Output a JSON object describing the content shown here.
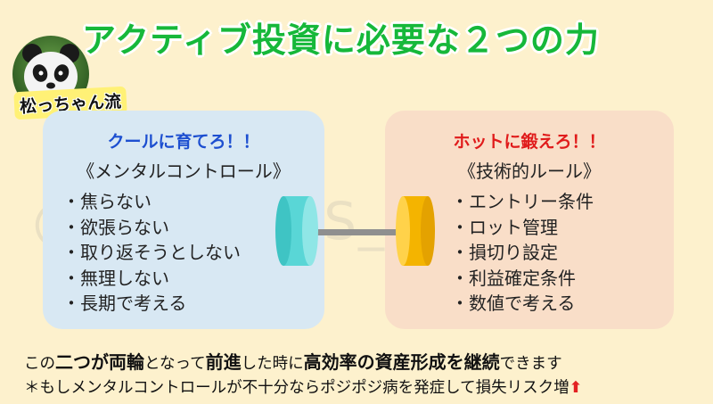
{
  "title": "アクティブ投資に必要な２つの力",
  "badge": "松っちゃん流",
  "watermark": "@matsu_US_INDEX",
  "left_panel": {
    "heading": "クールに育てろ！！",
    "subtitle": "《メンタルコントロール》",
    "items": [
      "・焦らない",
      "・欲張らない",
      "・取り返そうとしない",
      "・無理しない",
      "・長期で考える"
    ]
  },
  "right_panel": {
    "heading": "ホットに鍛えろ！！",
    "subtitle": "《技術的ルール》",
    "items": [
      "・エントリー条件",
      "・ロット管理",
      "・損切り設定",
      "・利益確定条件",
      "・数値で考える"
    ]
  },
  "footer": {
    "line1": {
      "p1": "この",
      "b1": "二つが",
      "b2": "両輪",
      "p2": "となって",
      "b3": "前進",
      "p3": "した時に",
      "b4": "高効率の資産形成を継続",
      "p4": "できます"
    },
    "line2": "＊もしメンタルコントロールが不十分ならポジポジ病を発症して損失リスク増"
  },
  "colors": {
    "title": "#16b83a",
    "left_heading": "#1d4fd0",
    "right_heading": "#e01b1b",
    "left_panel_bg": "#d8e8f3",
    "right_panel_bg": "#f9dec8",
    "left_weight": "#59d6d6",
    "right_weight": "#f4b400",
    "background": "#fdf1cd"
  },
  "icons": {
    "avatar": "panda-avatar",
    "footer_arrow": "up-arrow-icon"
  }
}
